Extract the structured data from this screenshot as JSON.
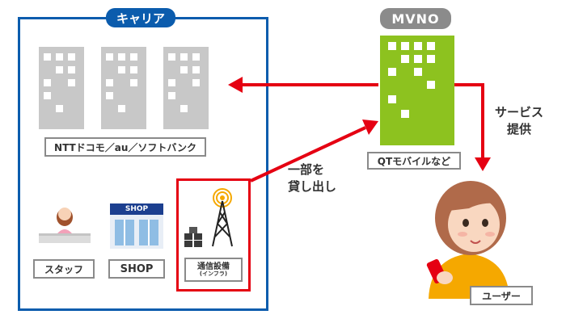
{
  "carrier": {
    "title": "キャリア",
    "companies_label": "NTTドコモ／au／ソフトバンク",
    "staff_label": "スタッフ",
    "shop_label": "SHOP",
    "shop_sign": "SHOP",
    "infra_label": "通信設備",
    "infra_sublabel": "(インフラ)"
  },
  "mvno": {
    "title": "MVNO",
    "example_label": "QTモバイルなど"
  },
  "arrows": {
    "lend_label_line1": "一部を",
    "lend_label_line2": "貸し出し",
    "service_label_line1": "サービス",
    "service_label_line2": "提供"
  },
  "user": {
    "label": "ユーザー"
  },
  "colors": {
    "carrier_blue": "#0b5cad",
    "mvno_green": "#8dc21f",
    "arrow_red": "#e50012",
    "building_gray": "#c8c8c8",
    "label_gray": "#8a8a8a"
  }
}
